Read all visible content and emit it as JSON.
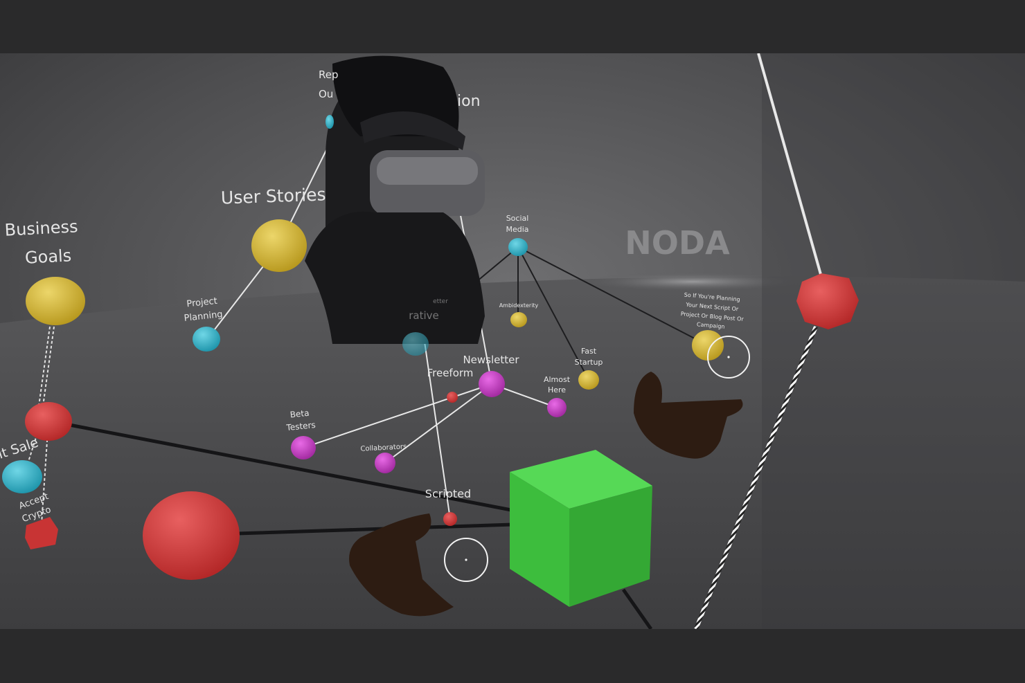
{
  "brand": {
    "logo_text": "NODA"
  },
  "colors": {
    "letterbox": "#2a2a2b",
    "yellow": "#d2b83a",
    "cyan": "#2fb3c9",
    "magenta": "#c33bc2",
    "red": "#d63b3b",
    "green": "#3fbf3f"
  },
  "labels": {
    "business_goals_line1": "Business",
    "business_goals_line2": "Goals",
    "user_stories": "User Stories",
    "project_planning_line1": "Project",
    "project_planning_line2": "Planning",
    "rep_partial": "Rep",
    "ou_partial": "Ou",
    "ion_partial": "ion",
    "social_media_line1": "Social",
    "social_media_line2": "Media",
    "ambidexterity": "Ambidexterity",
    "fast_startup_line1": "Fast",
    "fast_startup_line2": "Startup",
    "newsletter": "Newsletter",
    "freeform": "Freeform",
    "almost_here_line1": "Almost",
    "almost_here_line2": "Here",
    "beta_testers_line1": "Beta",
    "beta_testers_line2": "Testers",
    "collaborators": "Collaborators",
    "scripted": "Scripted",
    "sale_partial": "it Sale",
    "accept_crypto_line1": "Accept",
    "accept_crypto_line2": "Crypto",
    "planning_note_line1": "So If You're Planning",
    "planning_note_line2": "Your Next Script Or",
    "planning_note_line3": "Project Or Blog Post Or",
    "planning_note_line4": "Campaign",
    "creative_partial": "rative",
    "letter_partial": "etter"
  }
}
